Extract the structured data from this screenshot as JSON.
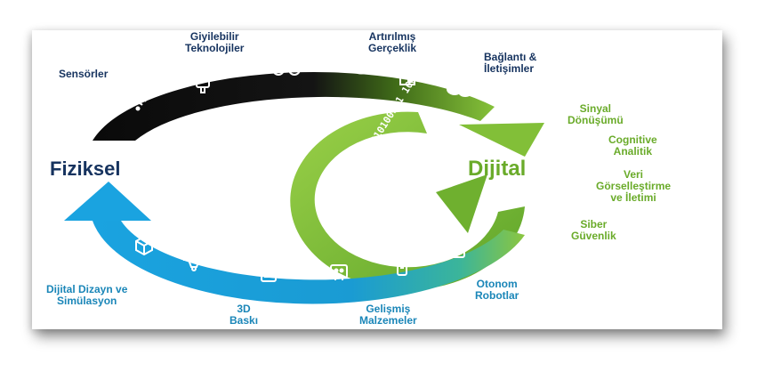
{
  "labels": {
    "fiziksel": "Fiziksel",
    "dijital": "Dijital",
    "sensorler": "Sensörler",
    "giyilebilir_1": "Giyilebilir",
    "giyilebilir_2": "Teknolojiler",
    "artirilmis_1": "Artırılmış",
    "artirilmis_2": "Gerçeklik",
    "baglanti_1": "Bağlantı &",
    "baglanti_2": "İletişimler",
    "sinyal_1": "Sinyal",
    "sinyal_2": "Dönüşümü",
    "cognitive_1": "Cognitive",
    "cognitive_2": "Analitik",
    "veri_1": "Veri",
    "veri_2": "Görselleştirme",
    "veri_3": "ve İletimi",
    "siber_1": "Siber",
    "siber_2": "Güvenlik",
    "otonom_1": "Otonom",
    "otonom_2": "Robotlar",
    "gelismis_1": "Gelişmiş",
    "gelismis_2": "Malzemeler",
    "baski_1": "3D",
    "baski_2": "Baskı",
    "dizayn_1": "Dijital Dizayn ve",
    "dizayn_2": "Simülasyon",
    "binary": "10101010100101 1010101"
  },
  "colors": {
    "navy": "#16335f",
    "green": "#7ab833",
    "teal": "#1a86b8",
    "black": "#111111"
  }
}
